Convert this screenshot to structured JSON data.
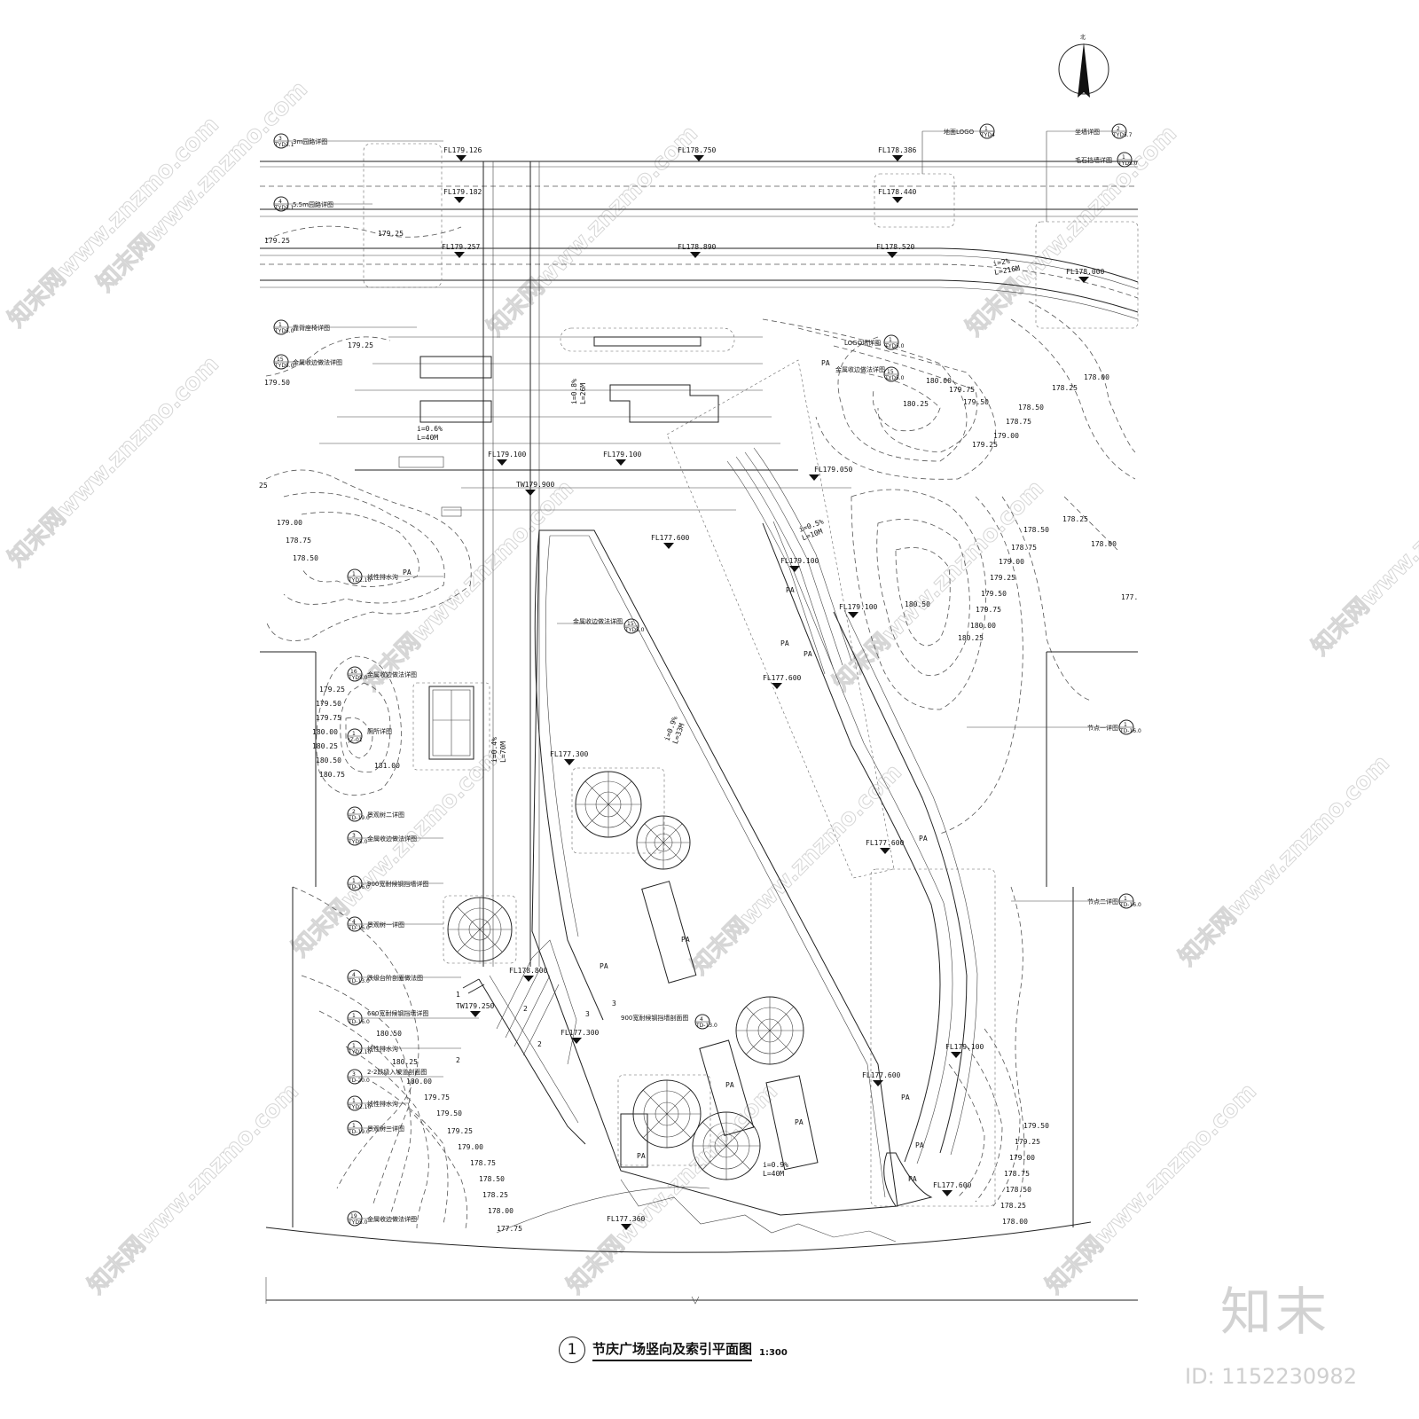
{
  "north_label": "北",
  "title": {
    "number": "1",
    "text": "节庆广场竖向及索引平面图",
    "scale": "1:300"
  },
  "brand": {
    "logo_text": "知末",
    "id_text": "ID: 1152230982",
    "watermark_text": "知末网www.znzmo.com"
  },
  "elevations": [
    "FL179.126",
    "FL178.750",
    "FL178.386",
    "FL179.182",
    "FL178.440",
    "FL179.257",
    "FL178.890",
    "FL178.520",
    "FL178.000",
    "FL179.100",
    "FL179.100",
    "FL179.050",
    "TW179.900",
    "FL177.600",
    "FL179.100",
    "FL179.100",
    "FL177.600",
    "FL177.300",
    "FL177.600",
    "FL178.800",
    "TW179.250",
    "FL177.300",
    "FL179.100",
    "FL177.600",
    "FL177.600",
    "FL177.360"
  ],
  "contours": {
    "top_left": [
      "179.25",
      "179.25",
      "179.25",
      "179.50"
    ],
    "top_right": [
      "180.00",
      "179.75",
      "179.50",
      "180.25",
      "178.50",
      "178.75",
      "179.00",
      "179.25",
      "178.25",
      "178.00"
    ],
    "mid_left": [
      "179.00",
      "178.75",
      "178.50",
      "25"
    ],
    "mid_right": [
      "178.25",
      "178.00",
      "178.50",
      "178.75",
      "179.00",
      "179.25",
      "179.50",
      "180.50",
      "179.75",
      "180.00",
      "180.25",
      "177."
    ],
    "left_building": [
      "179.25",
      "179.50",
      "179.75",
      "180.00",
      "180.25",
      "180.50",
      "180.75",
      "181.00"
    ],
    "bottom_left": [
      "180.50",
      "180.25",
      "180.00",
      "179.75",
      "179.50",
      "179.25",
      "179.00",
      "178.75",
      "178.50",
      "178.25",
      "178.00",
      "177.75"
    ],
    "bottom_right": [
      "179.50",
      "179.25",
      "179.00",
      "178.75",
      "178.50",
      "178.25",
      "178.00"
    ]
  },
  "slopes": [
    {
      "i": "i=0.8%",
      "L": "L=26M"
    },
    {
      "i": "i=0.6%",
      "L": "L=40M"
    },
    {
      "i": "i=0.5%",
      "L": "L=10M"
    },
    {
      "i": "i=0.9%",
      "L": "L=33M"
    },
    {
      "i": "i=0.4%",
      "L": "L=70M"
    },
    {
      "i": "i=0.9%",
      "L": "L=40M"
    },
    {
      "i": "i=2%",
      "L": "L=216M"
    }
  ],
  "index_callouts": [
    {
      "num": "3",
      "ref": "TYD3.1",
      "label": "3m园路详图"
    },
    {
      "num": "4",
      "ref": "TYD3.1",
      "label": "5.5m园路详图"
    },
    {
      "num": "1",
      "ref": "TYD5.0",
      "label": "靠背座椅详图"
    },
    {
      "num": "15",
      "ref": "TYD5.0",
      "label": "金属收边做法详图"
    },
    {
      "num": "1",
      "ref": "TYD4",
      "label": "地面LOGO"
    },
    {
      "num": "2",
      "ref": "TYD5.7",
      "label": "坐墙详图"
    },
    {
      "num": "1",
      "ref": "TYD5.0",
      "label": "毛石挡墙详图"
    },
    {
      "num": "1",
      "ref": "TYD5.0",
      "label": "LOGO墙详图"
    },
    {
      "num": "15",
      "ref": "TYD5.0",
      "label": "金属收边做法详图"
    },
    {
      "num": "1",
      "ref": "TYD2.10",
      "label": "线性排水沟"
    },
    {
      "num": "15",
      "ref": "TYD5.0",
      "label": "金属收边做法详图"
    },
    {
      "num": "16",
      "ref": "TYD5.0",
      "label": "金属收边做法详图"
    },
    {
      "num": "1",
      "ref": "JZ-01",
      "label": "厕所详图"
    },
    {
      "num": "2",
      "ref": "TD-19.0",
      "label": "景观树二详图"
    },
    {
      "num": "3",
      "ref": "TYD5.0",
      "label": "金属收边做法详图"
    },
    {
      "num": "1",
      "ref": "TD-16.0",
      "label": "节点一详图"
    },
    {
      "num": "1",
      "ref": "TD-16.0",
      "label": "节点二详图"
    },
    {
      "num": "1",
      "ref": "TD-16.0",
      "label": "900宽耐候钢挡墙详图"
    },
    {
      "num": "4",
      "ref": "TD-16.0",
      "label": "景观树一详图"
    },
    {
      "num": "4",
      "ref": "TD-13.0",
      "label": "跌级台阶剖面做法图"
    },
    {
      "num": "4",
      "ref": "TD-13.0",
      "label": "900宽耐候钢挡墙剖面图"
    },
    {
      "num": "1",
      "ref": "TD-16.0",
      "label": "600宽耐候钢挡墙详图"
    },
    {
      "num": "1",
      "ref": "TYD2.10",
      "label": "线性排水沟"
    },
    {
      "num": "3",
      "ref": "TD-20.0",
      "label": "2-2跌级入坡道剖面图"
    },
    {
      "num": "1",
      "ref": "TYD2.10",
      "label": "线性排水沟"
    },
    {
      "num": "1",
      "ref": "TD-19.0",
      "label": "景观树三详图"
    },
    {
      "num": "19",
      "ref": "TYD5.0",
      "label": "金属收边做法详图"
    }
  ],
  "pa_labels": [
    "PA",
    "PA",
    "PA",
    "PA",
    "PA",
    "PA",
    "PA",
    "PA",
    "PA",
    "PA",
    "PA",
    "PA",
    "PA",
    "PA"
  ],
  "section_marks": [
    "1",
    "2",
    "3",
    "3",
    "2",
    "2"
  ]
}
